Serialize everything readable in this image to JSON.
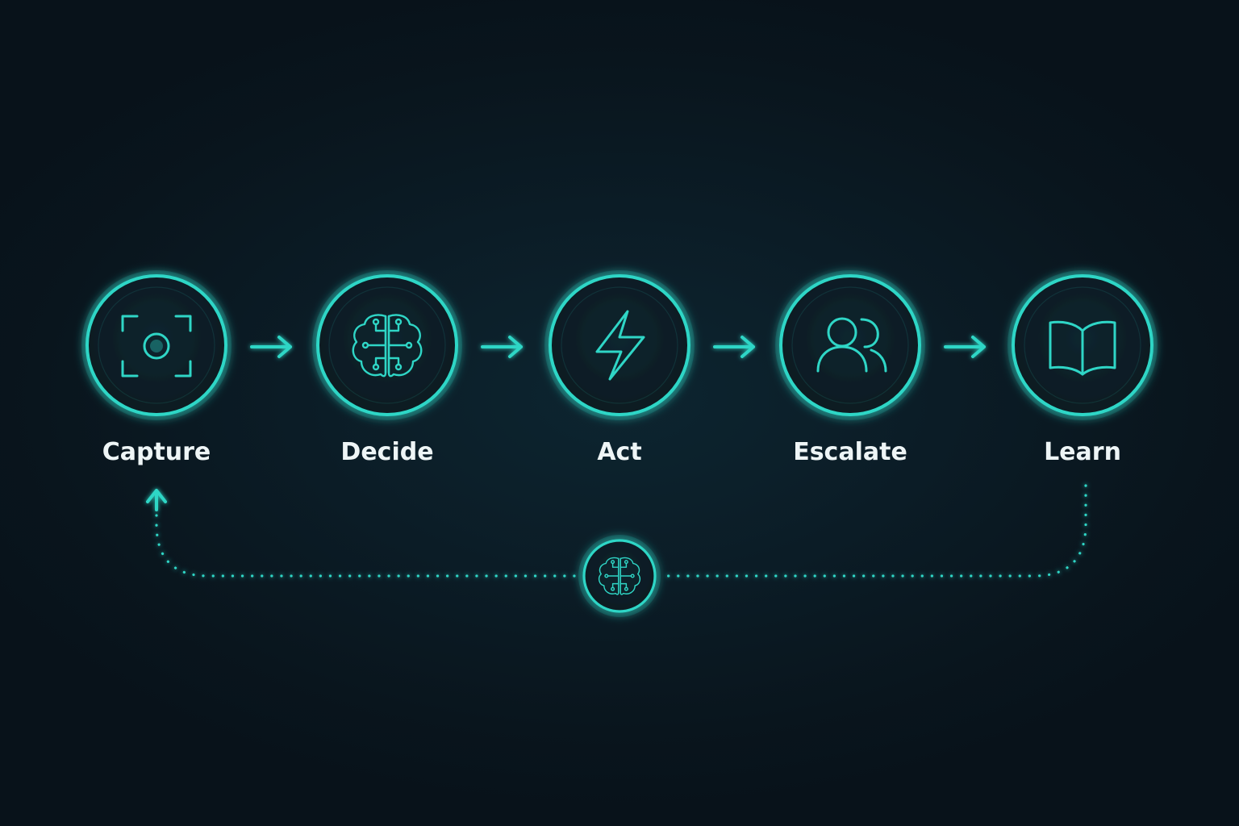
{
  "diagram": {
    "accent_color": "#2fd6c6",
    "background_color": "#0a161f",
    "label_color": "#eef5f6",
    "steps": [
      {
        "label": "Capture",
        "icon": "camera-focus-icon"
      },
      {
        "label": "Decide",
        "icon": "brain-circuit-icon"
      },
      {
        "label": "Act",
        "icon": "lightning-bolt-icon"
      },
      {
        "label": "Escalate",
        "icon": "users-icon"
      },
      {
        "label": "Learn",
        "icon": "open-book-icon"
      }
    ],
    "feedback_loop": {
      "from": "Learn",
      "to": "Capture",
      "icon": "brain-circuit-icon",
      "style": "dotted"
    }
  }
}
